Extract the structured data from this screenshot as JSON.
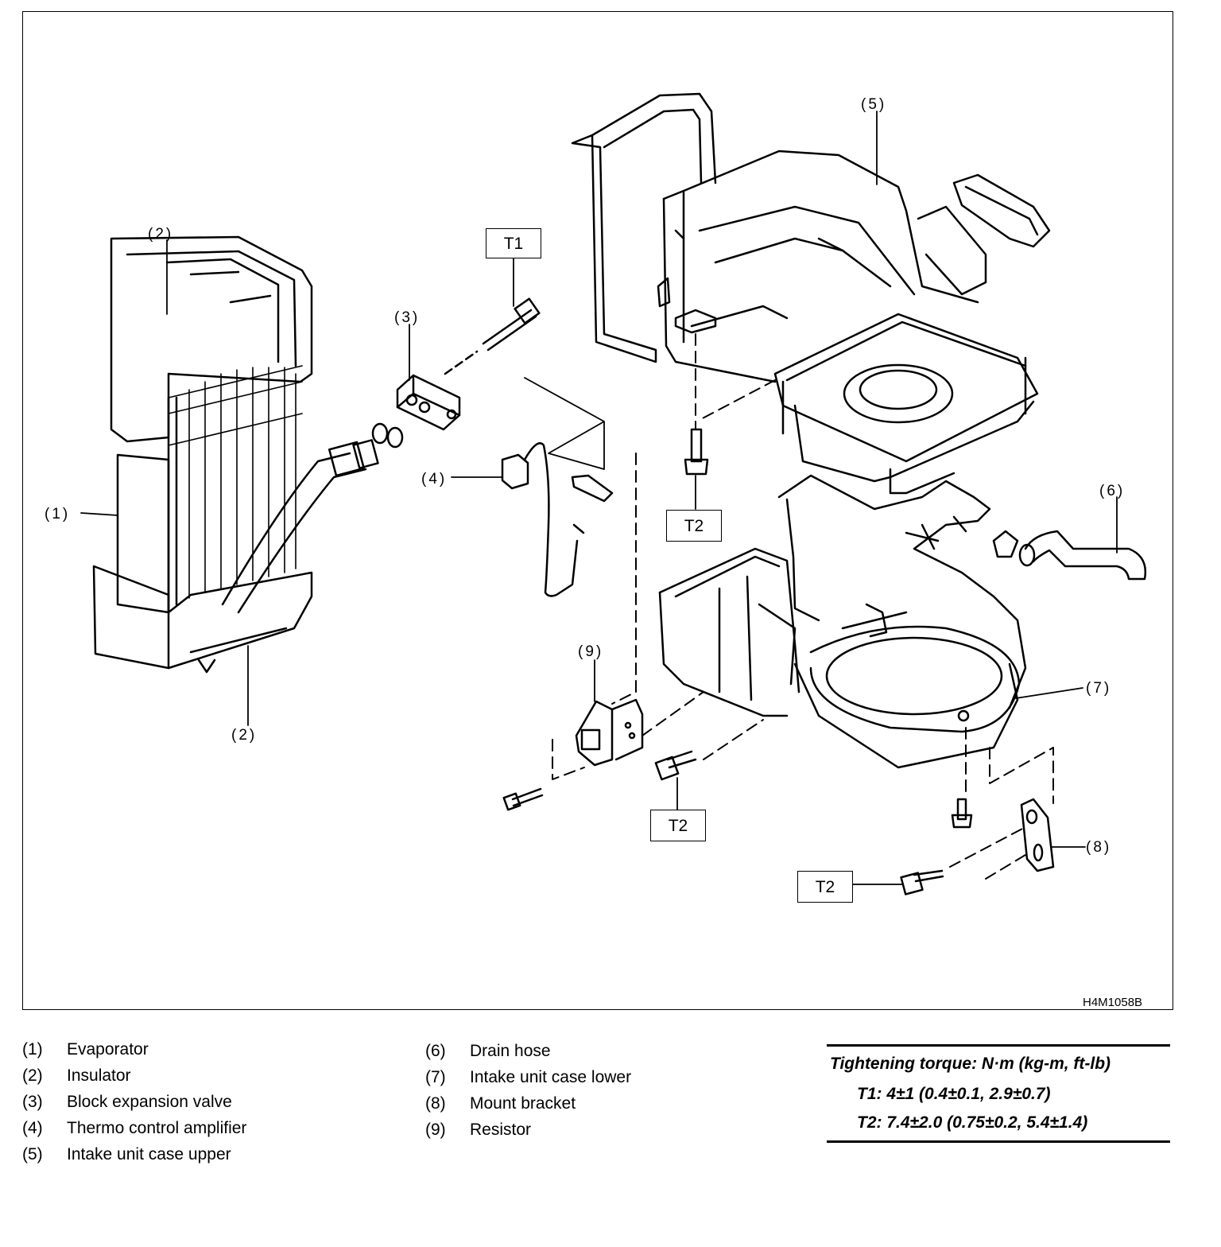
{
  "figure": {
    "code": "H4M1058B",
    "callouts": {
      "c1": "(1)",
      "c2a": "(2)",
      "c2b": "(2)",
      "c3": "(3)",
      "c4": "(4)",
      "c5": "(5)",
      "c6": "(6)",
      "c7": "(7)",
      "c8": "(8)",
      "c9": "(9)"
    },
    "torque_labels": {
      "t1": "T1",
      "t2a": "T2",
      "t2b": "T2",
      "t2c": "T2"
    }
  },
  "legend": {
    "items": [
      {
        "num": "(1)",
        "name": "Evaporator"
      },
      {
        "num": "(2)",
        "name": "Insulator"
      },
      {
        "num": "(3)",
        "name": "Block expansion valve"
      },
      {
        "num": "(4)",
        "name": "Thermo control amplifier"
      },
      {
        "num": "(5)",
        "name": "Intake unit case upper"
      },
      {
        "num": "(6)",
        "name": "Drain hose"
      },
      {
        "num": "(7)",
        "name": "Intake unit case lower"
      },
      {
        "num": "(8)",
        "name": "Mount bracket"
      },
      {
        "num": "(9)",
        "name": "Resistor"
      }
    ]
  },
  "torque": {
    "title": "Tightening torque: N·m (kg-m, ft-lb)",
    "t1": "T1: 4±1 (0.4±0.1, 2.9±0.7)",
    "t2": "T2: 7.4±2.0 (0.75±0.2, 5.4±1.4)"
  }
}
